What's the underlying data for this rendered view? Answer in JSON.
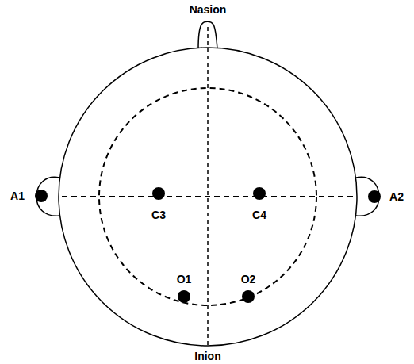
{
  "diagram": {
    "labels": [
      "Nasion",
      "A1",
      "C3",
      "C4",
      "A2",
      "O1",
      "O2",
      "Inion"
    ]
  }
}
